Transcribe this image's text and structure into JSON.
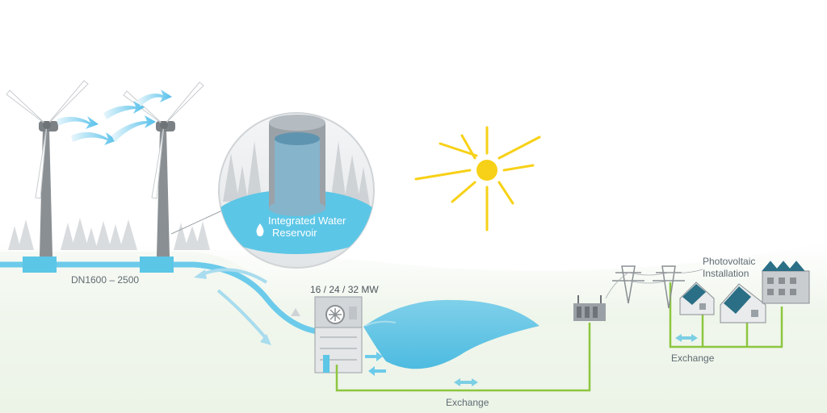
{
  "labels": {
    "reservoir": [
      "Integrated Water",
      "Reservoir"
    ],
    "pipe": "DN1600 – 2500",
    "power": "16 / 24 / 32 MW",
    "exchange_bottom": "Exchange",
    "pv": [
      "Photovoltaic",
      "Installation"
    ],
    "exchange_right": "Exchange"
  },
  "icons": [
    "wind-turbine-icon",
    "sun-icon",
    "water-drop-icon",
    "pump-station-icon",
    "transformer-icon",
    "power-pylon-icon",
    "house-icon",
    "solar-panel-icon",
    "bidirectional-arrow-icon"
  ],
  "colors": {
    "water": "#5cc6e6",
    "water_light": "#bfe6f3",
    "grid_line": "#8dc63f",
    "sun": "#f7d117",
    "turbine": "#8a8f93",
    "arrow": "#79cdea",
    "text": "#5f6b73"
  }
}
